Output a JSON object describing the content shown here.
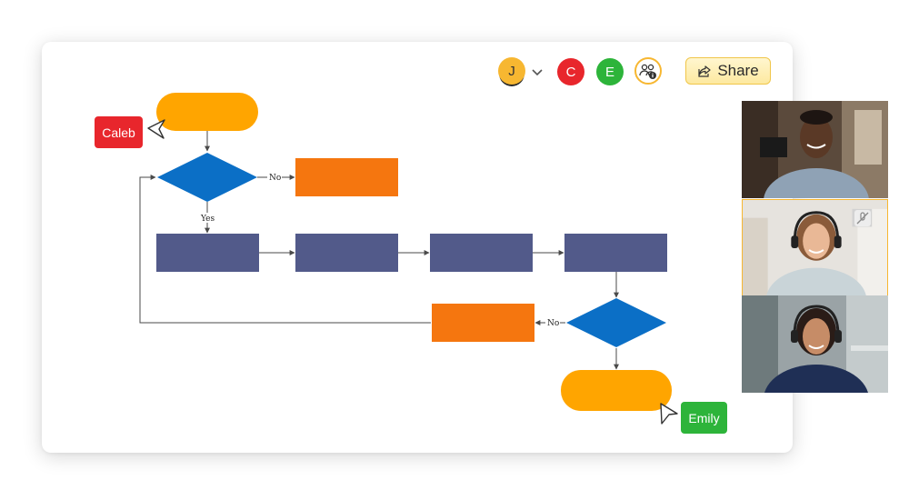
{
  "collaborators": [
    {
      "initial": "J",
      "color": "#f7b731"
    },
    {
      "initial": "C",
      "color": "#e8262c"
    },
    {
      "initial": "E",
      "color": "#2db43a"
    }
  ],
  "share_label": "Share",
  "cursors": [
    {
      "name": "Caleb",
      "color": "#e8262c"
    },
    {
      "name": "Emily",
      "color": "#2db43a"
    }
  ],
  "flowchart": {
    "decision_no_label_1": "No",
    "decision_yes_label": "Yes",
    "decision_no_label_2": "No",
    "colors": {
      "terminator": "#ffa500",
      "decision": "#0b6fc6",
      "process": "#525a8a",
      "alternate": "#f5760f",
      "connector": "#4a4a4a"
    }
  },
  "icons": {
    "caret": "chevron-down-icon",
    "participants": "participants-info-icon",
    "share": "share-icon",
    "mute": "mic-muted-icon"
  }
}
